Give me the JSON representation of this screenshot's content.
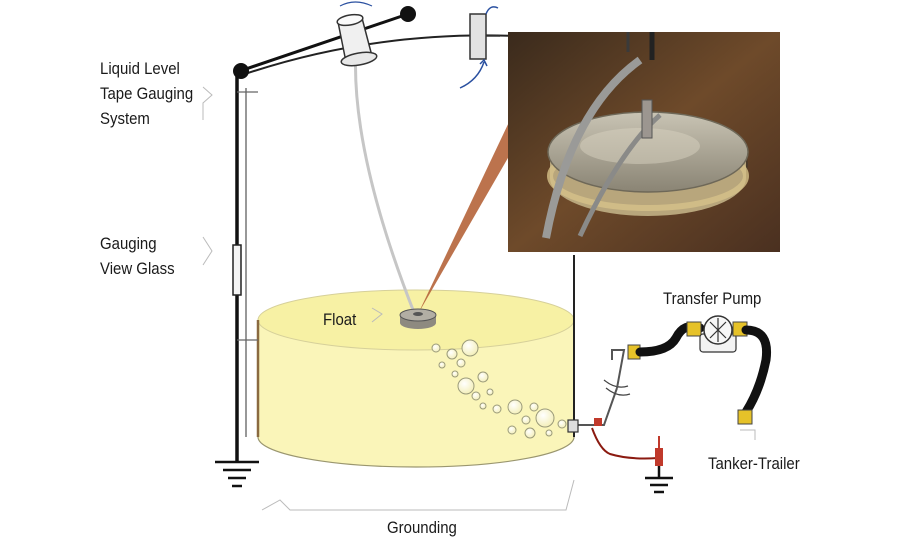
{
  "labels": {
    "tape_gauging": [
      "Liquid Level",
      "Tape Gauging",
      "System"
    ],
    "view_glass": [
      "Gauging",
      "View Glass"
    ],
    "float": "Float",
    "transfer_pump": "Transfer Pump",
    "tanker_trailer": "Tanker-Trailer",
    "grounding": "Grounding"
  },
  "colors": {
    "liquid": "#faf5b9",
    "liquid_top": "#f7f1a4",
    "hose": "#111111",
    "fitting": "#e6c229",
    "ground_clip": "#c0392b",
    "ground_wire": "#8b1a10",
    "photo_beam": "#b5643a"
  }
}
